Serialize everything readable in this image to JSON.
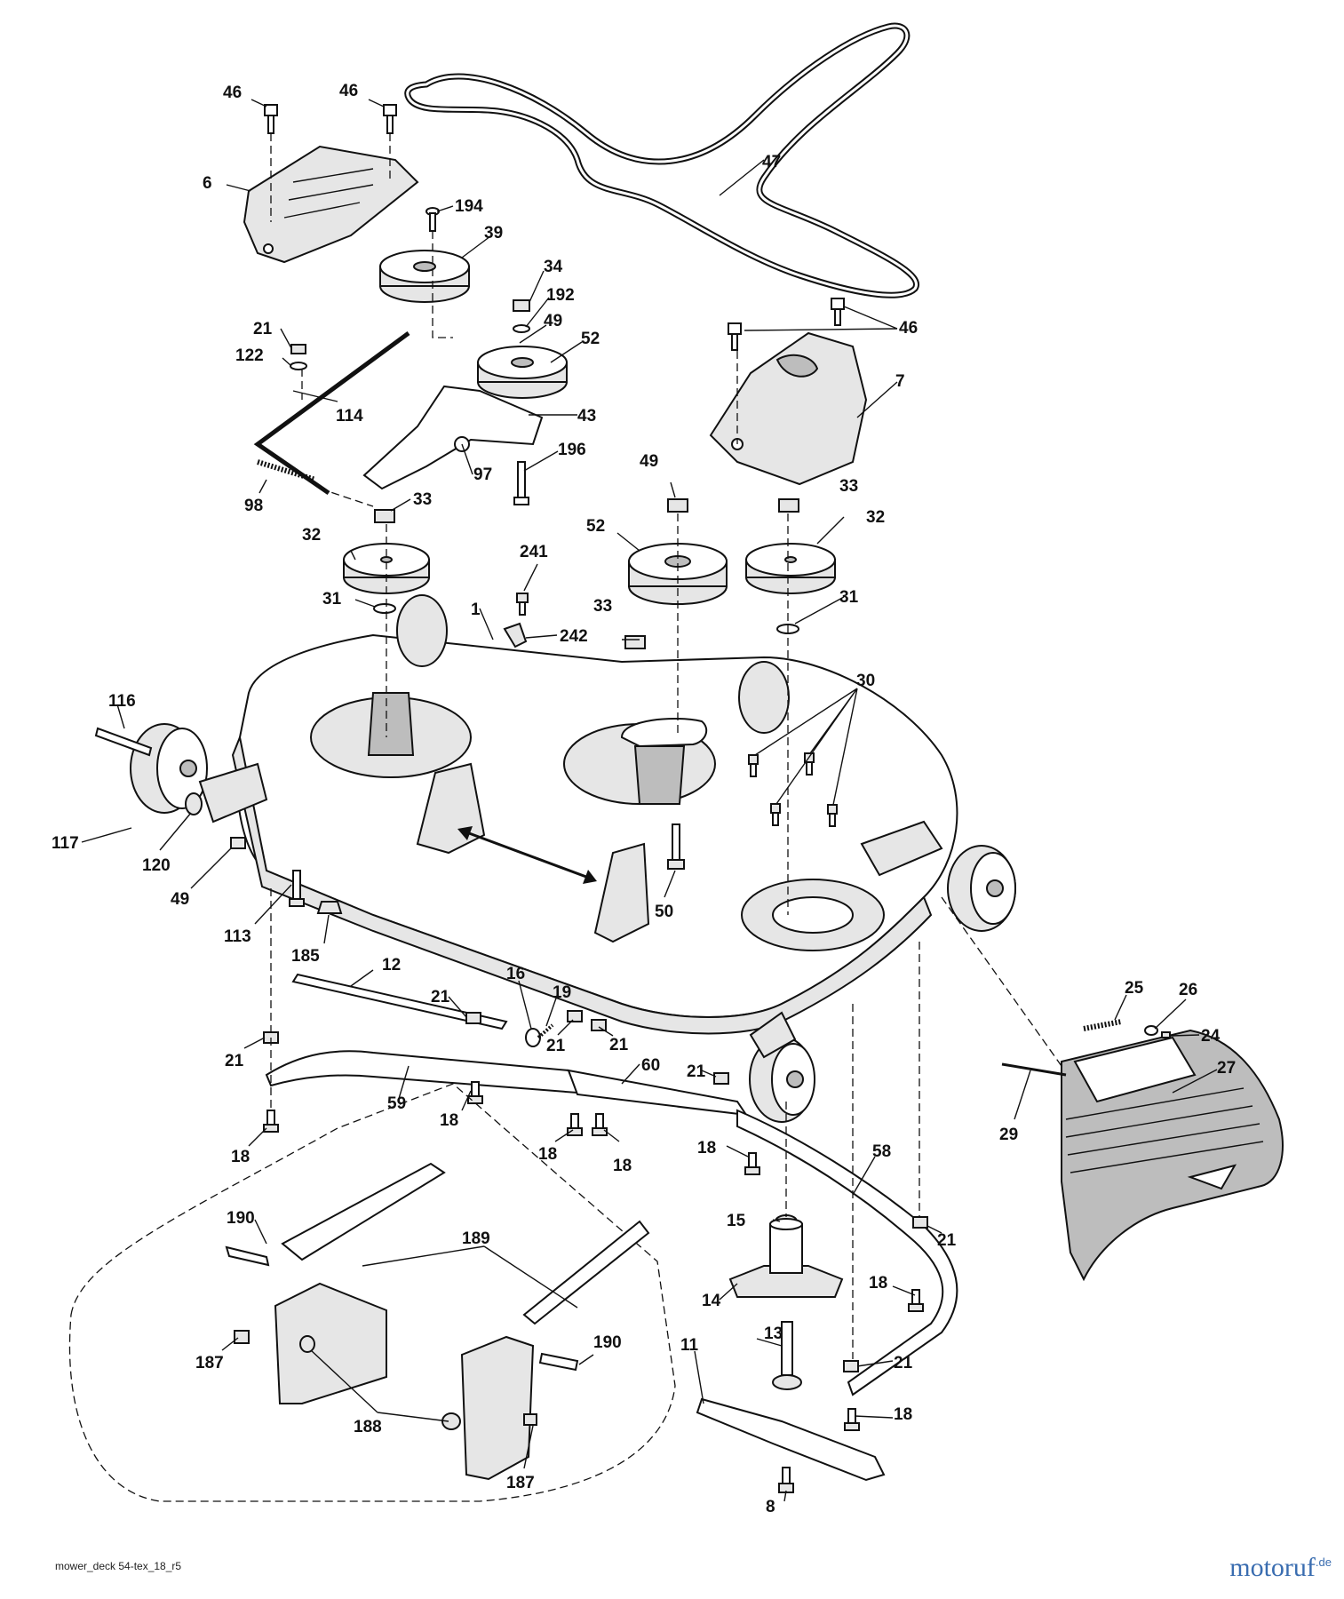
{
  "caption": "mower_deck 54-tex_18_r5",
  "watermark": {
    "name": "motoruf",
    "tld": ".de",
    "color": "#3a6db0"
  },
  "part_labels": [
    "46",
    "46",
    "6",
    "194",
    "39",
    "34",
    "192",
    "49",
    "52",
    "47",
    "46",
    "7",
    "21",
    "122",
    "114",
    "43",
    "196",
    "97",
    "98",
    "33",
    "32",
    "31",
    "49",
    "52",
    "33",
    "32",
    "31",
    "241",
    "242",
    "33",
    "1",
    "30",
    "116",
    "117",
    "120",
    "49",
    "113",
    "185",
    "50",
    "12",
    "16",
    "19",
    "21",
    "21",
    "21",
    "21",
    "21",
    "60",
    "59",
    "18",
    "18",
    "18",
    "18",
    "18",
    "25",
    "26",
    "24",
    "27",
    "29",
    "58",
    "15",
    "21",
    "14",
    "18",
    "190",
    "189",
    "187",
    "188",
    "190",
    "187",
    "13",
    "11",
    "21",
    "18",
    "8"
  ]
}
